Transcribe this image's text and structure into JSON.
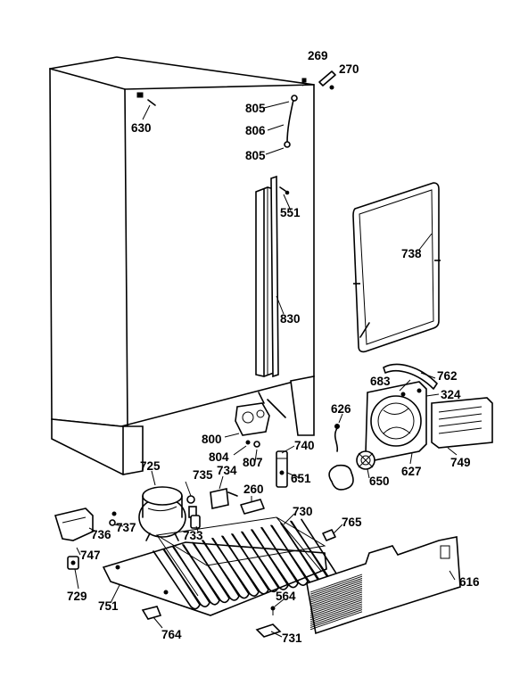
{
  "labels": [
    {
      "id": "269",
      "text": "269"
    },
    {
      "id": "270",
      "text": "270"
    },
    {
      "id": "805a",
      "text": "805"
    },
    {
      "id": "630",
      "text": "630"
    },
    {
      "id": "806",
      "text": "806"
    },
    {
      "id": "805b",
      "text": "805"
    },
    {
      "id": "551",
      "text": "551"
    },
    {
      "id": "738",
      "text": "738"
    },
    {
      "id": "830",
      "text": "830"
    },
    {
      "id": "762",
      "text": "762"
    },
    {
      "id": "683",
      "text": "683"
    },
    {
      "id": "324",
      "text": "324"
    },
    {
      "id": "626",
      "text": "626"
    },
    {
      "id": "800",
      "text": "800"
    },
    {
      "id": "740",
      "text": "740"
    },
    {
      "id": "749",
      "text": "749"
    },
    {
      "id": "804",
      "text": "804"
    },
    {
      "id": "807",
      "text": "807"
    },
    {
      "id": "627",
      "text": "627"
    },
    {
      "id": "725",
      "text": "725"
    },
    {
      "id": "735",
      "text": "735"
    },
    {
      "id": "734",
      "text": "734"
    },
    {
      "id": "651",
      "text": "651"
    },
    {
      "id": "650",
      "text": "650"
    },
    {
      "id": "260",
      "text": "260"
    },
    {
      "id": "730",
      "text": "730"
    },
    {
      "id": "765",
      "text": "765"
    },
    {
      "id": "736",
      "text": "736"
    },
    {
      "id": "737",
      "text": "737"
    },
    {
      "id": "733",
      "text": "733"
    },
    {
      "id": "747",
      "text": "747"
    },
    {
      "id": "616",
      "text": "616"
    },
    {
      "id": "729",
      "text": "729"
    },
    {
      "id": "751",
      "text": "751"
    },
    {
      "id": "564",
      "text": "564"
    },
    {
      "id": "764",
      "text": "764"
    },
    {
      "id": "731",
      "text": "731"
    }
  ]
}
